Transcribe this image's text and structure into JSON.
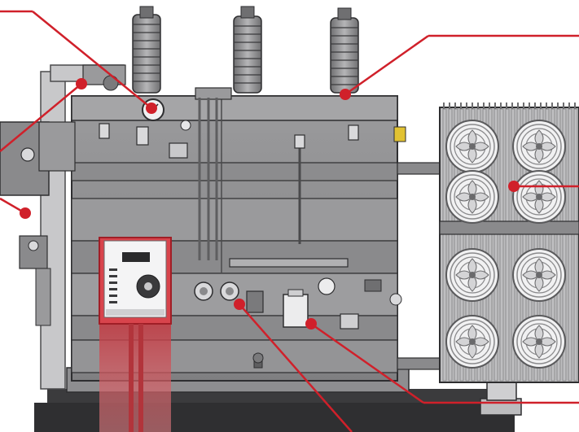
{
  "colors": {
    "background": "#ffffff",
    "tank": "#8a8a8c",
    "tank_light": "#a3a3a5",
    "tank_dark": "#5e5e60",
    "outline": "#2e2e30",
    "bushing": "#9a9a9c",
    "bushing_dark": "#555557",
    "radiator_fin": "#bfbfc1",
    "radiator_dark": "#6e6e70",
    "fan_blade": "#d9d9db",
    "base": "#3a3a3c",
    "callout": "#d0202a",
    "monitor_panel": "#e8e8ea",
    "monitor_frame": "#c0262e",
    "monitor_glow": "#d64a52"
  },
  "callouts": [
    {
      "name": "callout-pressure-gauge"
    },
    {
      "name": "callout-conservator-valve"
    },
    {
      "name": "callout-bushing"
    },
    {
      "name": "callout-radiator-fan"
    },
    {
      "name": "callout-thermometers"
    },
    {
      "name": "callout-junction-box"
    }
  ]
}
